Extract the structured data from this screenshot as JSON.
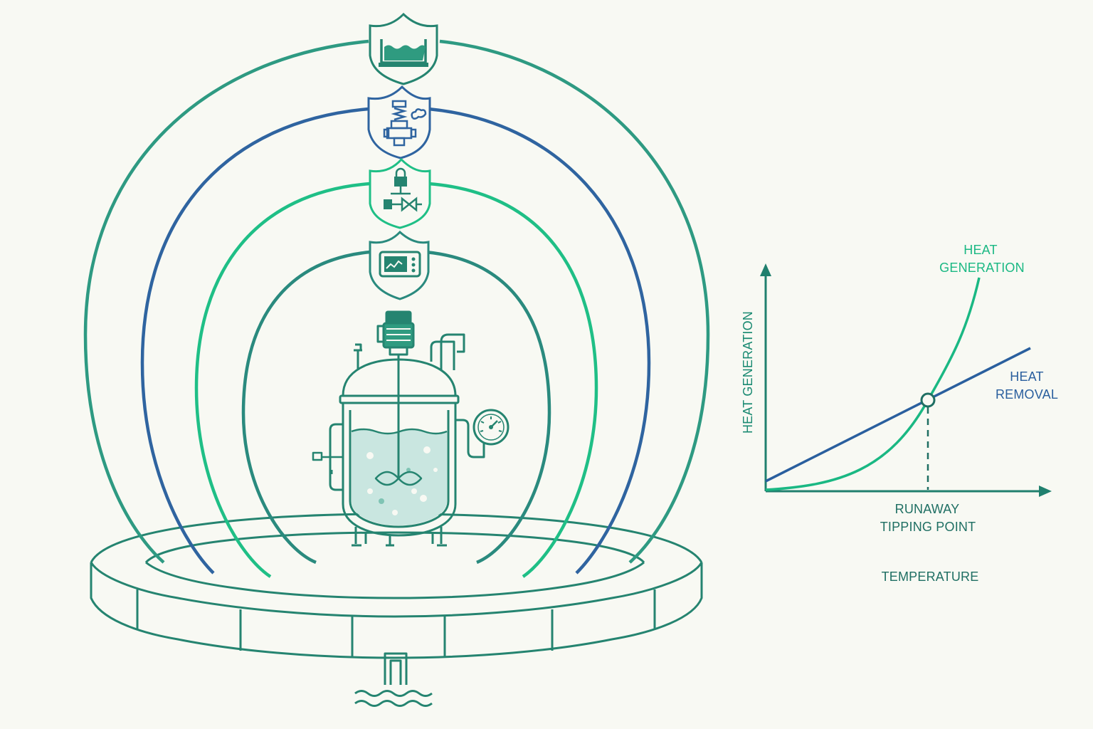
{
  "colors": {
    "background": "#f8f9f3",
    "ring_outer": "#2e9a82",
    "ring_blue": "#2f64a0",
    "ring_green": "#1fbf86",
    "ring_inner": "#2a8a7e",
    "vessel_teal": "#258470",
    "liquid_fill": "#c9e6e0",
    "heat_generation": "#1ab883",
    "heat_removal": "#2a5f9e",
    "axis": "#20806e"
  },
  "layers": [
    {
      "id": "containment-bund",
      "icon": "bund-basin-icon"
    },
    {
      "id": "relief-valve",
      "icon": "pressure-relief-valve-icon"
    },
    {
      "id": "safety-interlock",
      "icon": "interlock-lock-valve-icon"
    },
    {
      "id": "process-control",
      "icon": "monitor-trend-icon"
    }
  ],
  "graph": {
    "ylabel": "HEAT GENERATION",
    "xlabel": "TEMPERATURE",
    "curve_generation_label_1": "HEAT",
    "curve_generation_label_2": "GENERATION",
    "curve_removal_label_1": "HEAT",
    "curve_removal_label_2": "REMOVAL",
    "tipping_label_1": "RUNAWAY",
    "tipping_label_2": "TIPPING POINT"
  }
}
